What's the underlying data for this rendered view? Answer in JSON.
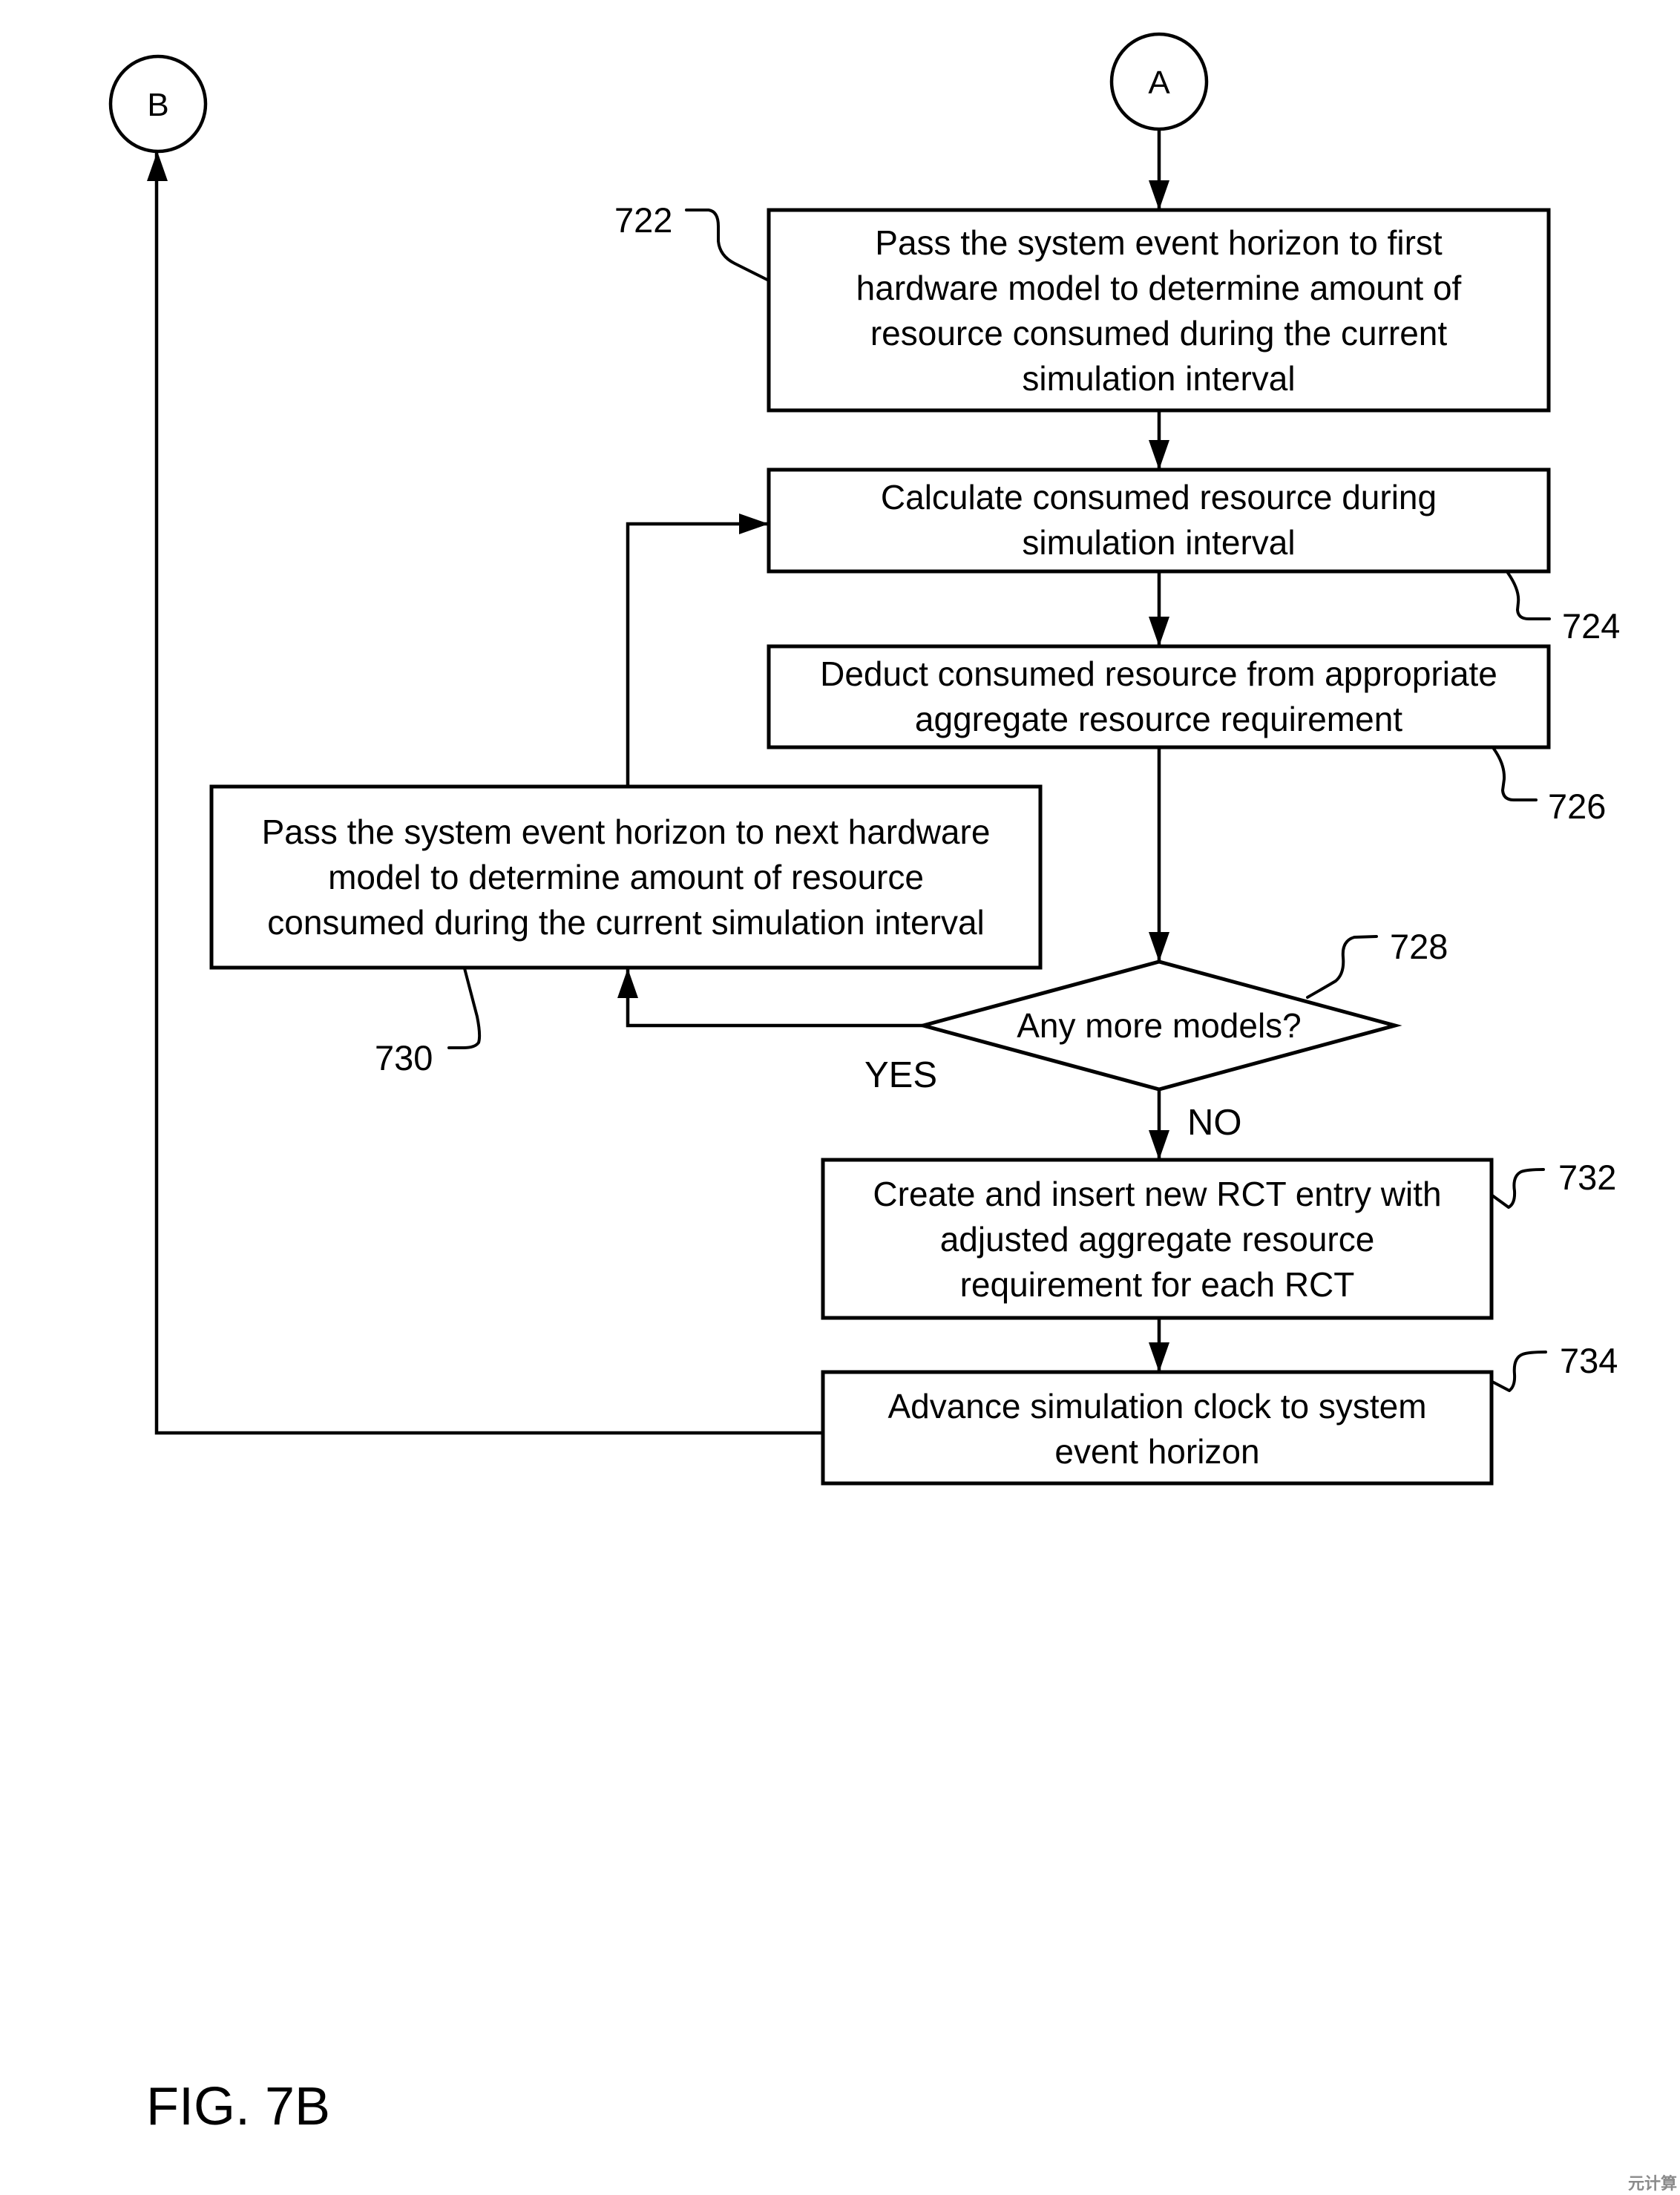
{
  "figure_label": "FIG. 7B",
  "watermark": "元计算",
  "connectors": {
    "A": {
      "label": "A",
      "role": "entry"
    },
    "B": {
      "label": "B",
      "role": "exit"
    }
  },
  "nodes": [
    {
      "id": "722",
      "type": "process",
      "ref": "722",
      "lines": [
        "Pass the system event horizon to first",
        "hardware model to determine amount of",
        "resource consumed during the current",
        "simulation interval"
      ]
    },
    {
      "id": "724",
      "type": "process",
      "ref": "724",
      "lines": [
        "Calculate consumed resource during",
        "simulation interval"
      ]
    },
    {
      "id": "726",
      "type": "process",
      "ref": "726",
      "lines": [
        "Deduct consumed resource from appropriate",
        "aggregate resource requirement"
      ]
    },
    {
      "id": "728",
      "type": "decision",
      "ref": "728",
      "lines": [
        "Any more models?"
      ]
    },
    {
      "id": "730",
      "type": "process",
      "ref": "730",
      "lines": [
        "Pass the system event horizon to next hardware",
        "model to determine amount of resource",
        "consumed during the current simulation interval"
      ]
    },
    {
      "id": "732",
      "type": "process",
      "ref": "732",
      "lines": [
        "Create and insert new RCT entry with",
        "adjusted aggregate resource",
        "requirement for each RCT"
      ]
    },
    {
      "id": "734",
      "type": "process",
      "ref": "734",
      "lines": [
        "Advance simulation clock to system",
        "event horizon"
      ]
    }
  ],
  "edges": [
    {
      "from": "A",
      "to": "722",
      "label": ""
    },
    {
      "from": "722",
      "to": "724",
      "label": ""
    },
    {
      "from": "724",
      "to": "726",
      "label": ""
    },
    {
      "from": "726",
      "to": "728",
      "label": ""
    },
    {
      "from": "728",
      "to": "730",
      "label": "YES"
    },
    {
      "from": "730",
      "to": "724",
      "label": ""
    },
    {
      "from": "728",
      "to": "732",
      "label": "NO"
    },
    {
      "from": "732",
      "to": "734",
      "label": ""
    },
    {
      "from": "734",
      "to": "B",
      "label": ""
    }
  ],
  "branch_labels": {
    "yes": "YES",
    "no": "NO"
  }
}
